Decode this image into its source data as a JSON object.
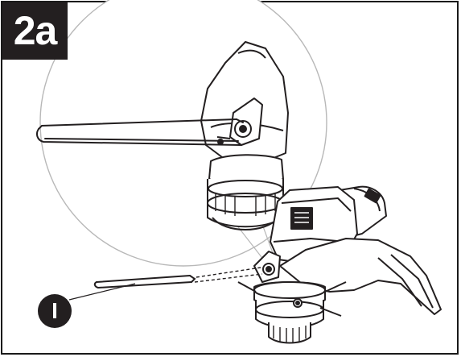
{
  "figure": {
    "step_label": "2a",
    "callout_label": "I"
  },
  "colors": {
    "ink": "#231f20",
    "paper": "#ffffff",
    "magnifier": "#b8b8b8"
  },
  "icons": {
    "trimmer": "string-trimmer-illustration",
    "guard_rod": "edge-guide-rod",
    "magnifier": "detail-zoom-circle"
  }
}
